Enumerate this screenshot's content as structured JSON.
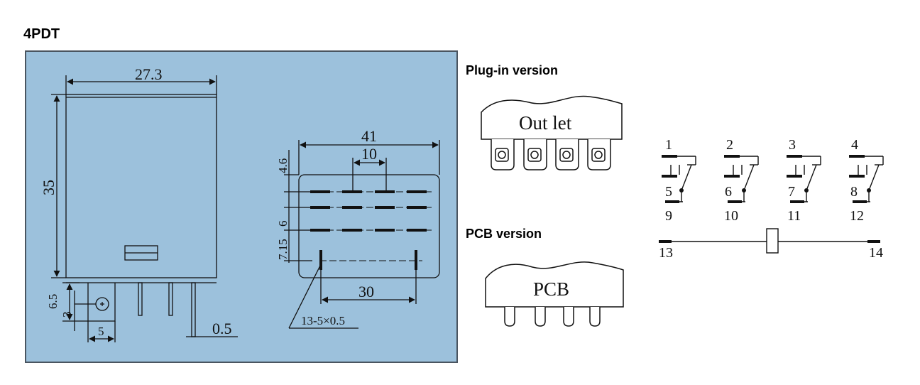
{
  "title": "4PDT",
  "plugin_label": "Plug-in version",
  "pcb_label": "PCB version",
  "outlet_text": "Out let",
  "pcb_text": "PCB",
  "dims": {
    "width": "27.3",
    "height": "35",
    "base": "6.5",
    "pin_offset": "3",
    "pin_pitch": "5",
    "pin_thickness": "0.5",
    "bottom_width": "41",
    "top_margin": "4.6",
    "col_pitch": "10",
    "row_pitch": "6",
    "coil_row": "7.15",
    "coil_span": "30",
    "pin_note": "13-5×0.5"
  },
  "colors": {
    "drawing_panel": "#9cc1dc",
    "panel_border": "#4a5560",
    "line": "#111111"
  },
  "schematic": {
    "top_pins": [
      "1",
      "2",
      "3",
      "4"
    ],
    "middle_pins": [
      "5",
      "6",
      "7",
      "8"
    ],
    "bottom_pins": [
      "9",
      "10",
      "11",
      "12"
    ],
    "coil_pins": [
      "13",
      "14"
    ]
  }
}
